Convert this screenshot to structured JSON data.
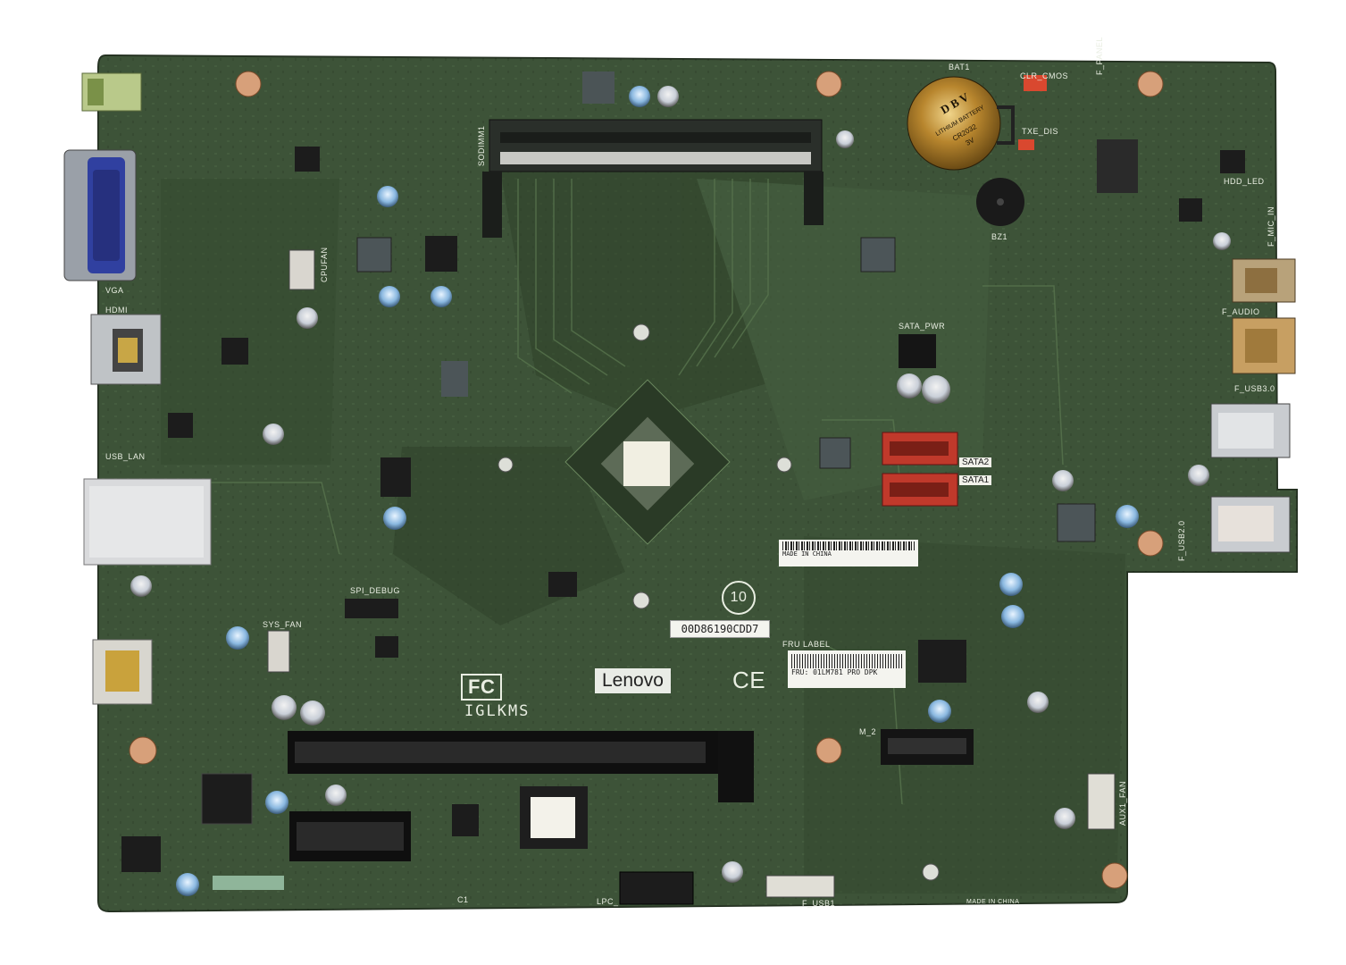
{
  "board": {
    "brand": "Lenovo",
    "model": "IGLKMS",
    "serial_label": "00D86190CDD7",
    "fru_label_title": "FRU LABEL",
    "fru_label_value": "FRU: 01LM781  PRO DPK",
    "made_in": "MADE IN CHINA",
    "compliance": {
      "rohs_years": "10",
      "fcc": "FC",
      "ce": "CE"
    },
    "battery": {
      "line1": "D B V",
      "line2": "LITHIUM BATTERY",
      "line3": "CR2032",
      "line4": "3V"
    },
    "silkscreen": {
      "bat1": "BAT1",
      "clr_cmos": "CLR_CMOS",
      "txe_dis": "TXE_DIS",
      "f_panel": "F_PANEL",
      "hdd_led": "HDD_LED",
      "mic_in": "F_MIC_IN",
      "f_audio": "F_AUDIO",
      "f_usb3": "F_USB3.0",
      "f_usb2": "F_USB2.0",
      "sata_pwr": "SATA_PWR",
      "sata2": "SATA2",
      "sata1": "SATA1",
      "bz1": "BZ1",
      "sodimm": "SODIMM1",
      "vga": "VGA",
      "hdmi": "HDMI",
      "usb_lan": "USB_LAN",
      "cpu_fan": "CPUFAN",
      "spi_debug": "SPI_DEBUG",
      "sys_fan": "SYS_FAN",
      "m2": "M_2",
      "aux_fan": "AUX1_FAN",
      "lpc": "LPC_",
      "f_usb1": "F_USB1",
      "c1": "C1"
    }
  },
  "colors": {
    "pcb": "#3d5338",
    "pcb_dark": "#2e4129",
    "trace": "#4d6a45",
    "silk": "#e9eee2",
    "sata_red": "#c0392b",
    "vga_blue": "#3040a0"
  }
}
